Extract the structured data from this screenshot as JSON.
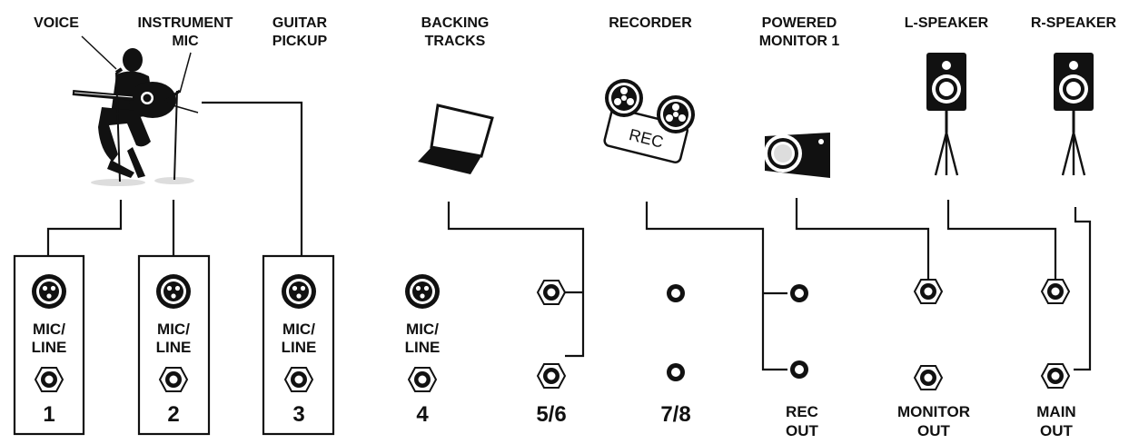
{
  "sources": {
    "voice": "VOICE",
    "instrument_mic": [
      "INSTRUMENT",
      "MIC"
    ],
    "guitar_pickup": [
      "GUITAR",
      "PICKUP"
    ],
    "backing_tracks": [
      "BACKING",
      "TRACKS"
    ],
    "recorder": "RECORDER",
    "powered_monitor": [
      "POWERED",
      "MONITOR 1"
    ],
    "l_speaker": "L-SPEAKER",
    "r_speaker": "R-SPEAKER"
  },
  "recorder_badge": "REC",
  "channels": [
    {
      "line": [
        "MIC/",
        "LINE"
      ],
      "number": "1"
    },
    {
      "line": [
        "MIC/",
        "LINE"
      ],
      "number": "2"
    },
    {
      "line": [
        "MIC/",
        "LINE"
      ],
      "number": "3"
    },
    {
      "line": [
        "MIC/",
        "LINE"
      ],
      "number": "4"
    },
    {
      "number": "5/6"
    },
    {
      "number": "7/8"
    }
  ],
  "outputs": {
    "rec_out": [
      "REC",
      "OUT"
    ],
    "monitor_out": [
      "MONITOR",
      "OUT"
    ],
    "main_out": [
      "MAIN",
      "OUT"
    ]
  },
  "icons": {
    "performer": "performer-icon",
    "laptop": "laptop-icon",
    "recorder": "tape-recorder-icon",
    "monitor": "monitor-speaker-icon",
    "speaker": "pa-speaker-icon",
    "xlr": "xlr-jack-icon",
    "quarter_inch": "quarter-inch-jack-icon",
    "rca": "rca-jack-icon"
  }
}
